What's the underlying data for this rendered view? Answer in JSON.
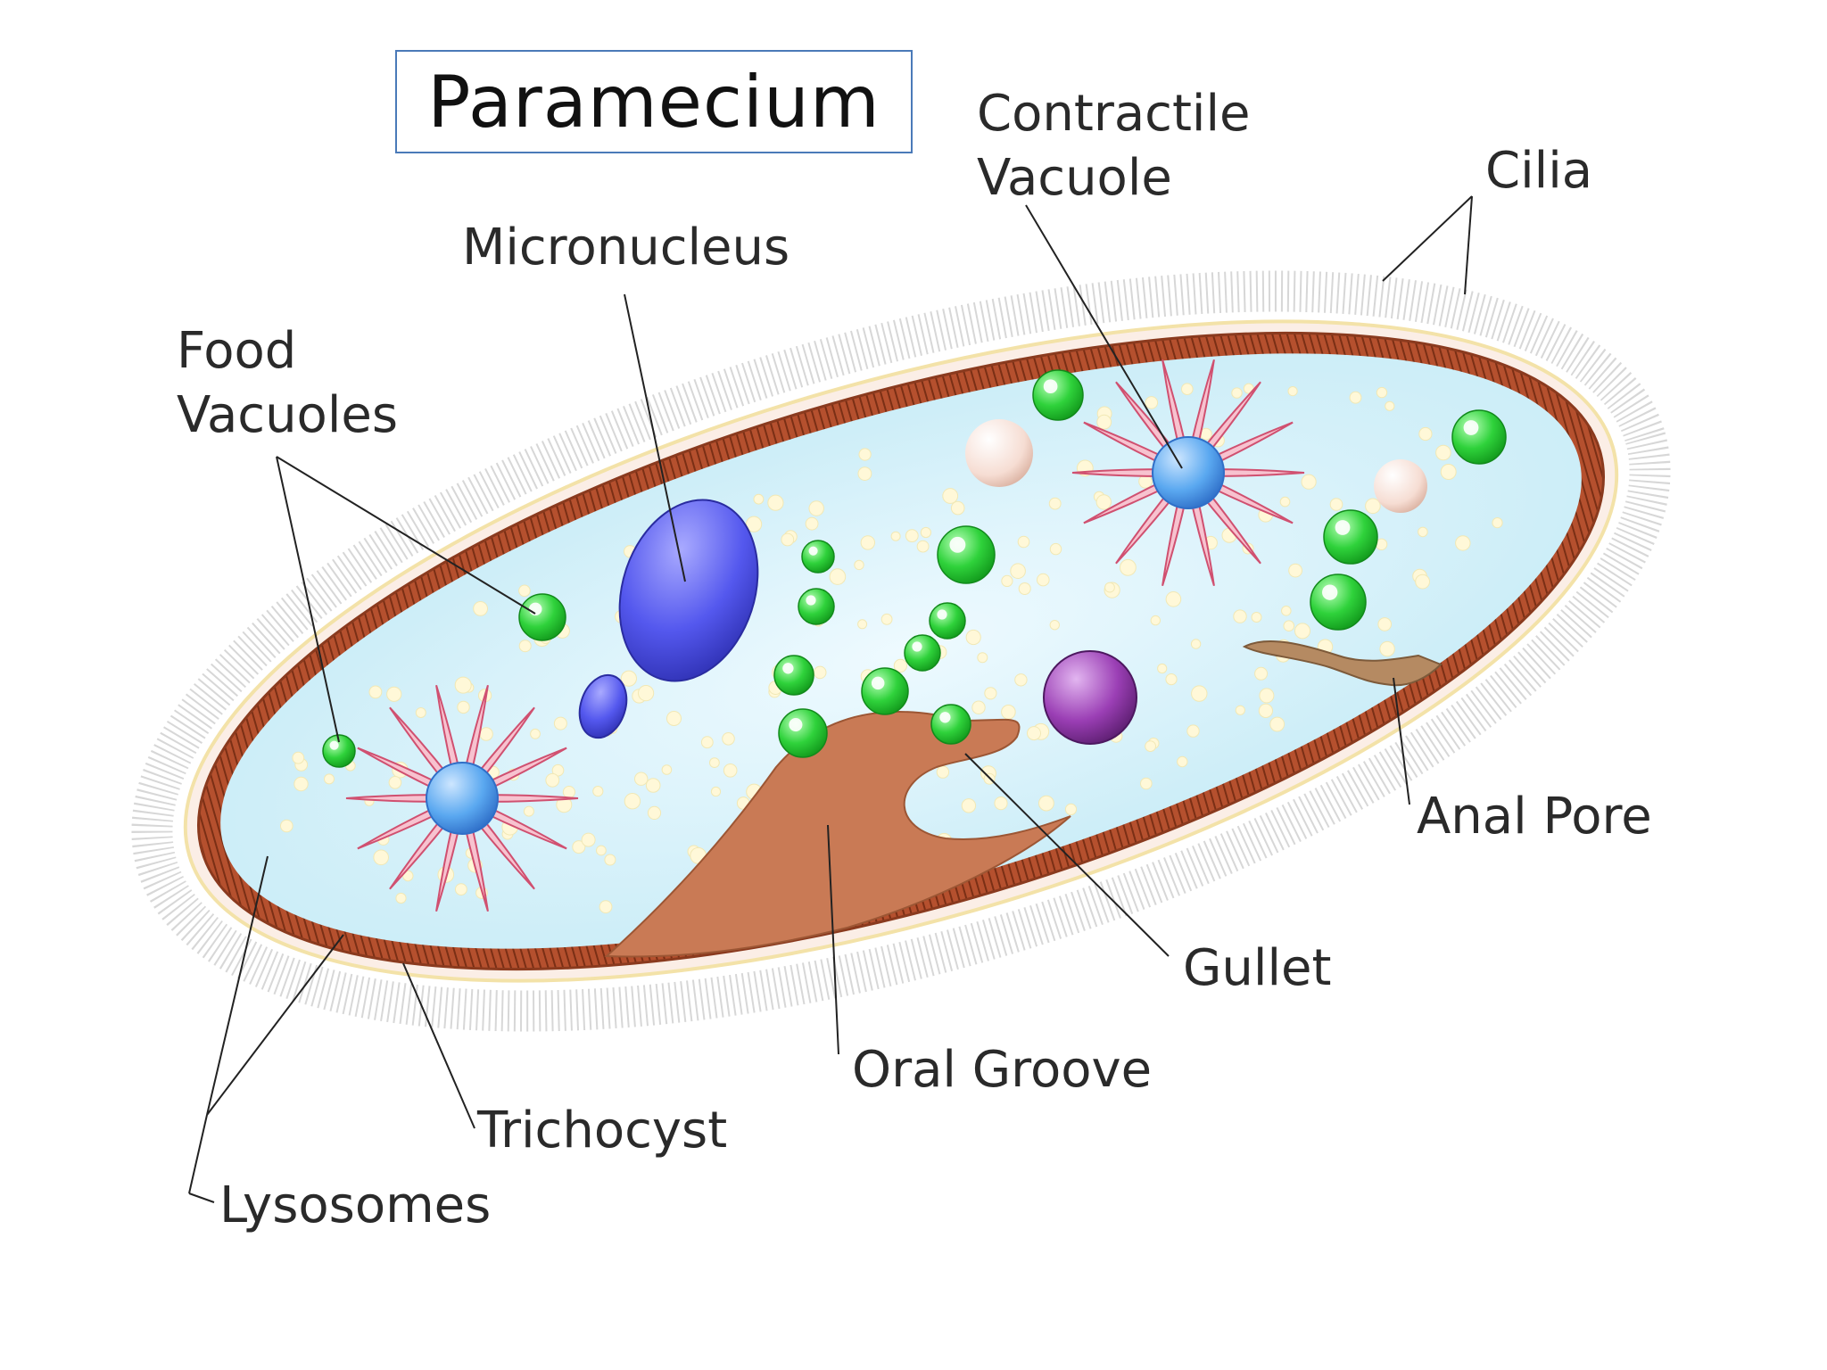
{
  "title": "Paramecium",
  "labels": {
    "contractile_vacuole_line1": "Contractile",
    "contractile_vacuole_line2": "Vacuole",
    "cilia": "Cilia",
    "micronucleus": "Micronucleus",
    "food_vacuoles_line1": "Food",
    "food_vacuoles_line2": "Vacuoles",
    "anal_pore": "Anal Pore",
    "gullet": "Gullet",
    "oral_groove": "Oral Groove",
    "trichocyst": "Trichocyst",
    "lysosomes": "Lysosomes"
  },
  "colors": {
    "title_border": "#4a7ab8",
    "pellicle": "#b5502e",
    "cytoplasm": "#d4f0f8",
    "macronucleus": "#5a5ef0",
    "food_vacuole": "#2fcf3a",
    "contractile_vacuole": "#5aa8f0",
    "radial_canal": "#f5b8c8",
    "oral_groove": "#c97a55",
    "purple_vacuole": "#9b3fb5",
    "peach_vacuole": "#f6ddd3"
  }
}
